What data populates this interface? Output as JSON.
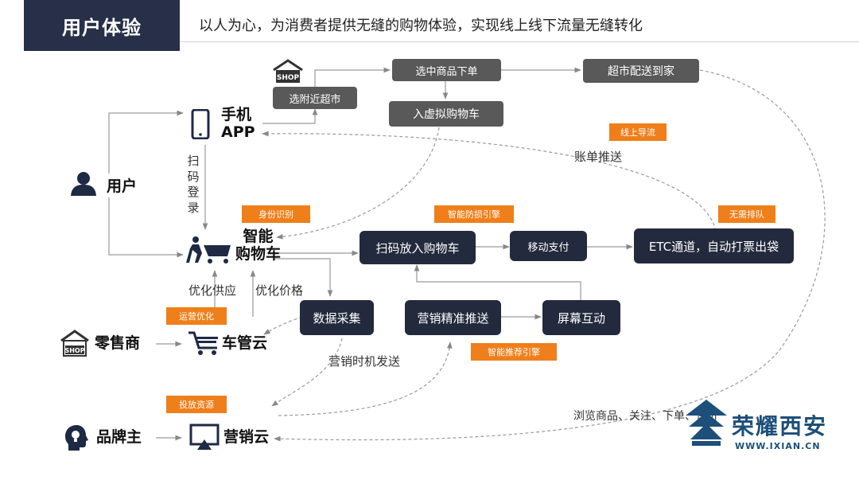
{
  "header": {
    "title": "用户体验",
    "subtitle": "以人为心，为消费者提供无缝的购物体验，实现线上线下流量无缝转化"
  },
  "actors": {
    "user": "用户",
    "app": "手机\nAPP",
    "cart": "智能\n购物车",
    "retailer": "零售商",
    "cart_cloud": "车管云",
    "brand": "品牌主",
    "marketing_cloud": "营销云"
  },
  "grey_boxes": {
    "select_market": "选附近超市",
    "select_order": "选中商品下单",
    "delivery": "超市配送到家",
    "virtual_cart": "入虚拟购物车"
  },
  "dark_boxes": {
    "scan_cart": "扫码放入购物车",
    "mobile_pay": "移动支付",
    "etc": "ETC通道，自动打票出袋",
    "data_collect": "数据采集",
    "precise_push": "营销精准推送",
    "screen_interact": "屏幕互动"
  },
  "tags": {
    "online_guide": "线上导流",
    "identity": "身份识别",
    "anti_loss": "智能防损引擎",
    "no_queue": "无需排队",
    "ops_opt": "运营优化",
    "recommend": "智能推荐引擎",
    "ad_resource": "投放资源"
  },
  "texts": {
    "scan_login": "扫码登录",
    "bill_push": "账单推送",
    "opt_supply": "优化供应",
    "opt_price": "优化价格",
    "marketing_timing": "营销时机发送",
    "browse": "浏览商品、关注、下单、评价"
  },
  "icons": {
    "shop_label": "SHOP"
  },
  "watermark": {
    "name": "荣耀西安",
    "url": "WWW.IXIAN.CN"
  },
  "colors": {
    "navy": "#273048",
    "dark_box": "#232a3d",
    "grey_box": "#595959",
    "orange": "#ef7f1a",
    "line": "#9a9a9a"
  }
}
